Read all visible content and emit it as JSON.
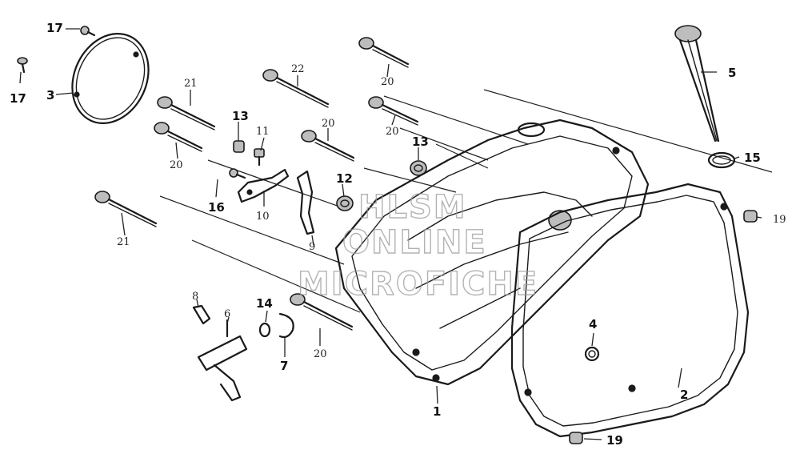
{
  "watermark": {
    "line1": "HLSM",
    "line2": "ONLINE",
    "line3": "MICROFICHE"
  },
  "callouts": {
    "c1": "1",
    "c2": "2",
    "c3": "3",
    "c4": "4",
    "c5": "5",
    "c6": "6",
    "c7": "7",
    "c8": "8",
    "c9": "9",
    "c10": "10",
    "c11": "11",
    "c12": "12",
    "c13a": "13",
    "c13b": "13",
    "c14": "14",
    "c15": "15",
    "c16": "16",
    "c17a": "17",
    "c17b": "17",
    "c19a": "19",
    "c19b": "19",
    "c20a": "20",
    "c20b": "20",
    "c20c": "20",
    "c20d": "20",
    "c20e": "20",
    "c21a": "21",
    "c21b": "21",
    "c22": "22"
  }
}
